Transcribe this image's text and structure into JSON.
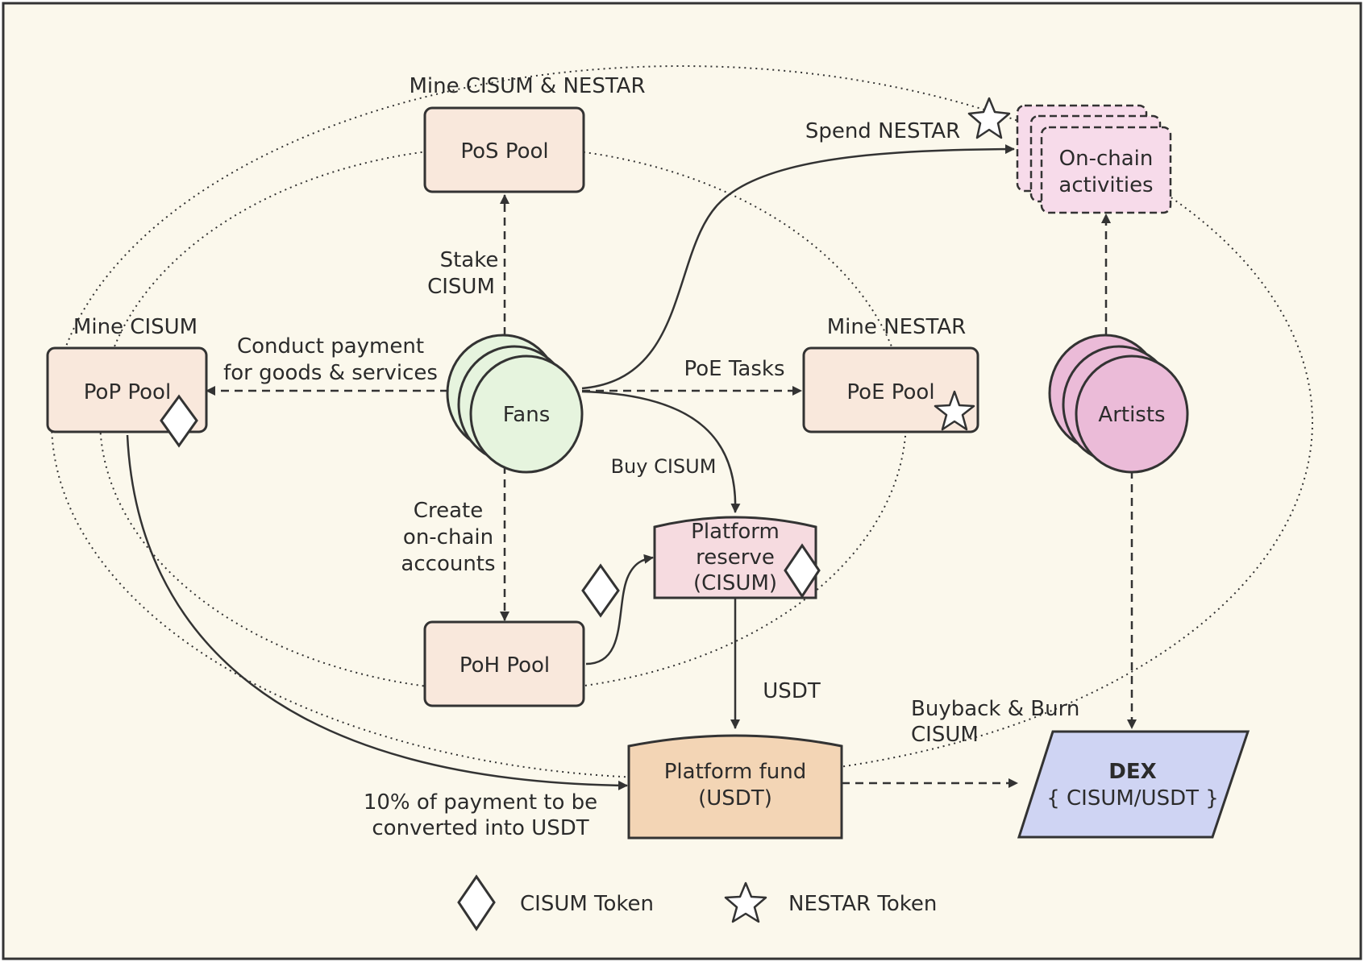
{
  "nodes": {
    "pos_pool": "PoS Pool",
    "pop_pool": "PoP Pool",
    "poe_pool": "PoE Pool",
    "poh_pool": "PoH Pool",
    "fans": "Fans",
    "artists": "Artists",
    "onchain_line1": "On-chain",
    "onchain_line2": "activities",
    "reserve_line1": "Platform",
    "reserve_line2": "reserve",
    "reserve_line3": "(CISUM)",
    "fund_line1": "Platform fund",
    "fund_line2": "(USDT)",
    "dex_title": "DEX",
    "dex_pair": "{ CISUM/USDT }"
  },
  "labels": {
    "mine_cisum_nestar": "Mine CISUM & NESTAR",
    "mine_cisum": "Mine CISUM",
    "mine_nestar": "Mine NESTAR",
    "spend_nestar": "Spend NESTAR",
    "stake_line1": "Stake",
    "stake_line2": "CISUM",
    "payment_line1": "Conduct payment",
    "payment_line2": "for goods & services",
    "poe_tasks": "PoE Tasks",
    "buy_cisum": "Buy CISUM",
    "create_line1": "Create",
    "create_line2": "on-chain",
    "create_line3": "accounts",
    "usdt": "USDT",
    "buyback_line1": "Buyback & Burn",
    "buyback_line2": "CISUM",
    "conversion_line1": "10% of payment to be",
    "conversion_line2": "converted into USDT"
  },
  "legend": {
    "cisum_token": "CISUM Token",
    "nestar_token": "NESTAR Token"
  },
  "colors": {
    "background": "#fbf8ec",
    "pool_fill": "#f9e8dc",
    "fans_fill": "#e6f4de",
    "artists_fill": "#ebbbd8",
    "onchain_fill": "#f7dbea",
    "reserve_fill": "#f6dbe0",
    "fund_fill": "#f3d5b5",
    "dex_fill": "#cfd4f3",
    "stroke": "#333333"
  },
  "icons": {
    "cisum": "diamond",
    "nestar": "star"
  }
}
